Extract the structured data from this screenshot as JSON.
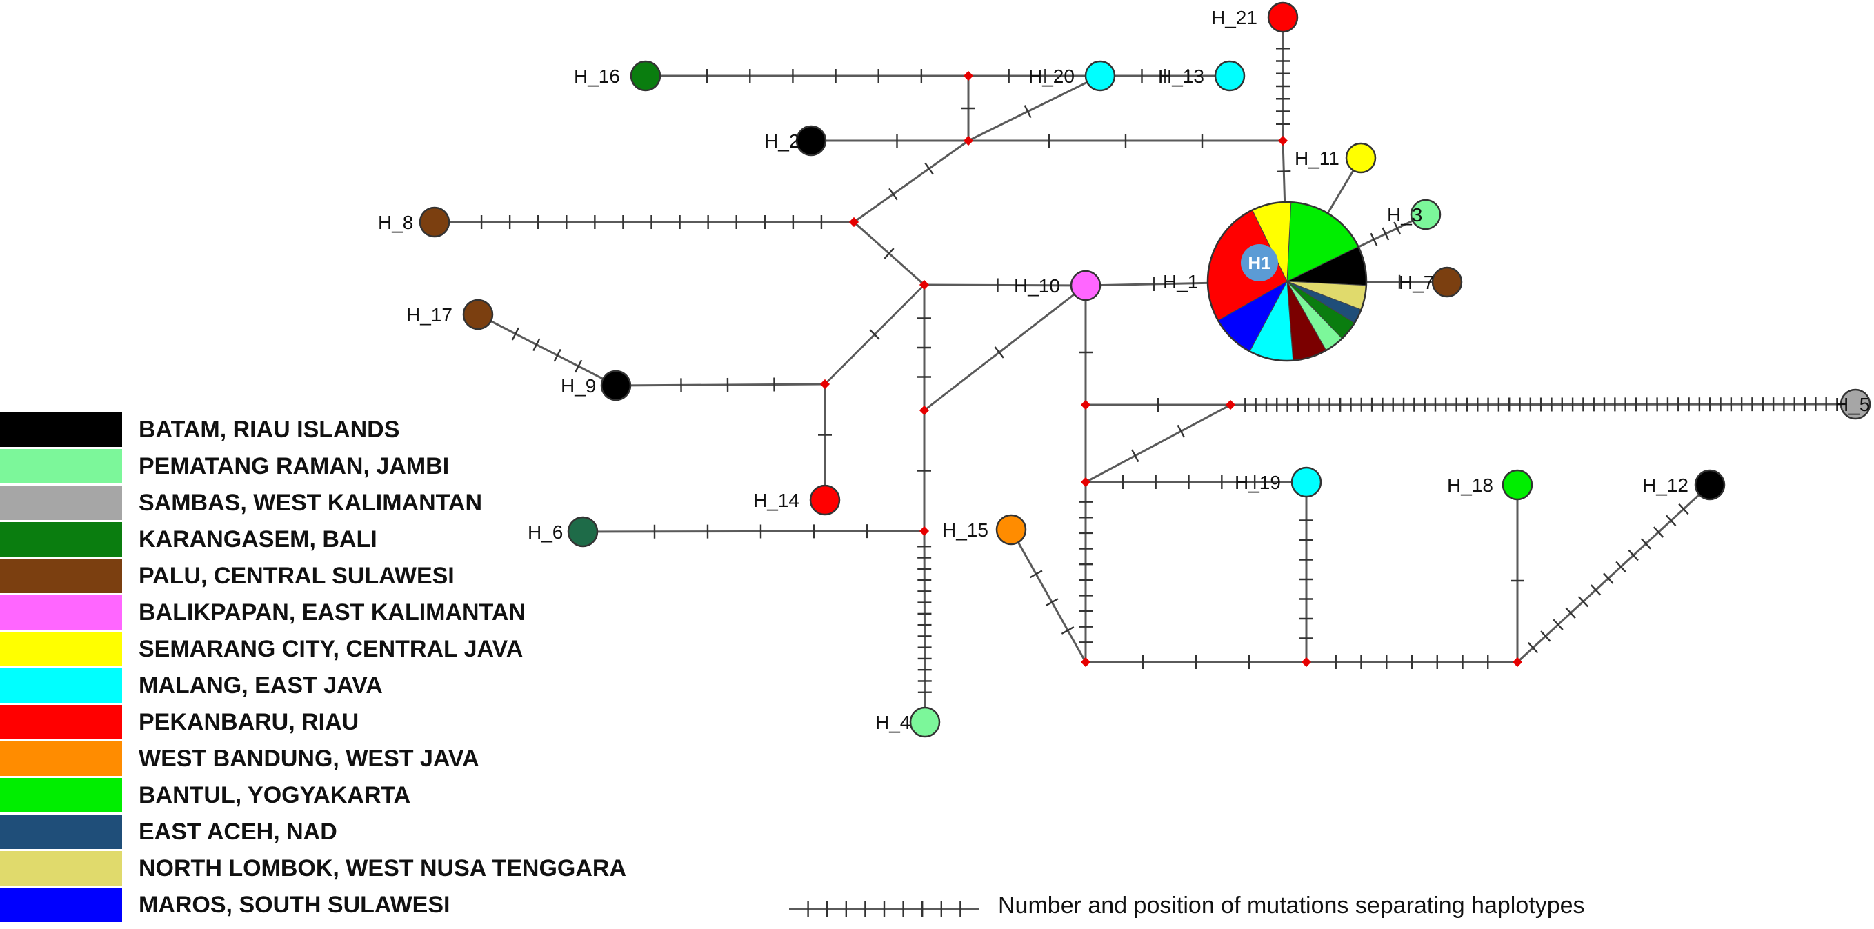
{
  "legend": [
    {
      "label": "BATAM, RIAU ISLANDS",
      "color": "#000000"
    },
    {
      "label": "PEMATANG RAMAN, JAMBI",
      "color": "#7cf79a"
    },
    {
      "label": "SAMBAS, WEST KALIMANTAN",
      "color": "#a6a6a6"
    },
    {
      "label": "KARANGASEM, BALI",
      "color": "#0a7d0f"
    },
    {
      "label": "PALU, CENTRAL SULAWESI",
      "color": "#7b3f10"
    },
    {
      "label": "BALIKPAPAN, EAST KALIMANTAN",
      "color": "#ff66ff"
    },
    {
      "label": "SEMARANG CITY, CENTRAL JAVA",
      "color": "#ffff00"
    },
    {
      "label": "MALANG, EAST JAVA",
      "color": "#00ffff"
    },
    {
      "label": "PEKANBARU, RIAU",
      "color": "#ff0000"
    },
    {
      "label": "WEST BANDUNG, WEST JAVA",
      "color": "#ff8c00"
    },
    {
      "label": "BANTUL, YOGYAKARTA",
      "color": "#00ee00"
    },
    {
      "label": "EAST ACEH, NAD",
      "color": "#1f4e79"
    },
    {
      "label": "NORTH LOMBOK, WEST NUSA TENGGARA",
      "color": "#e0da6c"
    },
    {
      "label": "MAROS, SOUTH SULAWESI",
      "color": "#0000ff"
    }
  ],
  "scale_caption": "Number and position of mutations separating haplotypes",
  "colors": {
    "edge": "#5a5a5a",
    "median_vector": "#e60000",
    "node_outline": "#333333",
    "h1_badge": "#5b9bd5",
    "h1_badge_text": "#ffffff"
  },
  "haplotypes": [
    {
      "id": "H1",
      "label": "H_1",
      "badge": "H1",
      "pie": true
    },
    {
      "id": "H2",
      "label": "H_2",
      "color": "#000000"
    },
    {
      "id": "H3",
      "label": "H_3",
      "color": "#7cf79a"
    },
    {
      "id": "H4",
      "label": "H_4",
      "color": "#7cf79a"
    },
    {
      "id": "H5",
      "label": "H_5",
      "color": "#a6a6a6"
    },
    {
      "id": "H6",
      "label": "H_6",
      "color": "#1e6b48"
    },
    {
      "id": "H7",
      "label": "H_7",
      "color": "#7b3f10"
    },
    {
      "id": "H8",
      "label": "H_8",
      "color": "#7b3f10"
    },
    {
      "id": "H9",
      "label": "H_9",
      "color": "#000000"
    },
    {
      "id": "H10",
      "label": "H_10",
      "color": "#ff66ff"
    },
    {
      "id": "H11",
      "label": "H_11",
      "color": "#ffff00"
    },
    {
      "id": "H12",
      "label": "H_12",
      "color": "#000000"
    },
    {
      "id": "H13",
      "label": "H_13",
      "color": "#00ffff"
    },
    {
      "id": "H14",
      "label": "H_14",
      "color": "#ff0000"
    },
    {
      "id": "H15",
      "label": "H_15",
      "color": "#ff8c00"
    },
    {
      "id": "H16",
      "label": "H_16",
      "color": "#0a7d0f"
    },
    {
      "id": "H17",
      "label": "H_17",
      "color": "#7b3f10"
    },
    {
      "id": "H18",
      "label": "H_18",
      "color": "#00ee00"
    },
    {
      "id": "H19",
      "label": "H_19",
      "color": "#00ffff"
    },
    {
      "id": "H20",
      "label": "H_20",
      "color": "#00ffff"
    },
    {
      "id": "H21",
      "label": "H_21",
      "color": "#ff0000"
    }
  ],
  "h1_pie": [
    {
      "color": "#00ee00",
      "fraction": 0.17
    },
    {
      "color": "#000000",
      "fraction": 0.08
    },
    {
      "color": "#e0da6c",
      "fraction": 0.05
    },
    {
      "color": "#1f4e79",
      "fraction": 0.03
    },
    {
      "color": "#0a7d0f",
      "fraction": 0.04
    },
    {
      "color": "#7cf79a",
      "fraction": 0.04
    },
    {
      "color": "#7b0000",
      "fraction": 0.07
    },
    {
      "color": "#00ffff",
      "fraction": 0.09
    },
    {
      "color": "#0000ff",
      "fraction": 0.09
    },
    {
      "color": "#ff0000",
      "fraction": 0.26
    },
    {
      "color": "#ffff00",
      "fraction": 0.08
    }
  ],
  "edges": [
    {
      "from": "H16",
      "to": "MV1",
      "mutations": 6
    },
    {
      "from": "MV1",
      "to": "H20",
      "mutations": 2
    },
    {
      "from": "H20",
      "to": "H13",
      "mutations": 3
    },
    {
      "from": "MV1",
      "to": "MV2",
      "mutations": 1
    },
    {
      "from": "MV2",
      "to": "H20",
      "mutations": 1
    },
    {
      "from": "H2",
      "to": "MV2",
      "mutations": 1
    },
    {
      "from": "MV2",
      "to": "MV3",
      "mutations": 3
    },
    {
      "from": "H21",
      "to": "MV3",
      "mutations": 7
    },
    {
      "from": "MV3",
      "to": "H1",
      "mutations": 1
    },
    {
      "from": "MV2",
      "to": "MV4",
      "mutations": 2
    },
    {
      "from": "H8",
      "to": "MV4",
      "mutations": 13
    },
    {
      "from": "MV4",
      "to": "MV5",
      "mutations": 1
    },
    {
      "from": "MV5",
      "to": "H10",
      "mutations": 1
    },
    {
      "from": "H10",
      "to": "H1",
      "mutations": 1
    },
    {
      "from": "MV5",
      "to": "MV6",
      "mutations": 1
    },
    {
      "from": "MV6",
      "to": "H9",
      "mutations": 3
    },
    {
      "from": "H9",
      "to": "H17",
      "mutations": 4
    },
    {
      "from": "MV6",
      "to": "H14",
      "mutations": 1
    },
    {
      "from": "MV5",
      "to": "MV7",
      "mutations": 3
    },
    {
      "from": "MV7",
      "to": "H10",
      "mutations": 1
    },
    {
      "from": "MV7",
      "to": "MV8",
      "mutations": 1
    },
    {
      "from": "H6",
      "to": "MV8",
      "mutations": 5
    },
    {
      "from": "MV8",
      "to": "H4",
      "mutations": 14
    },
    {
      "from": "H10",
      "to": "MV9",
      "mutations": 1
    },
    {
      "from": "MV9",
      "to": "MV10",
      "mutations": 1
    },
    {
      "from": "MV10",
      "to": "H5",
      "mutations": 56
    },
    {
      "from": "MV9",
      "to": "MV11",
      "mutations": 0
    },
    {
      "from": "MV11",
      "to": "MV10",
      "mutations": 2
    },
    {
      "from": "MV11",
      "to": "H19",
      "mutations": 5
    },
    {
      "from": "MV11",
      "to": "MV12",
      "mutations": 10
    },
    {
      "from": "H15",
      "to": "MV12",
      "mutations": 3
    },
    {
      "from": "MV12",
      "to": "MV13",
      "mutations": 3
    },
    {
      "from": "MV13",
      "to": "H19",
      "mutations": 7
    },
    {
      "from": "MV13",
      "to": "MV14",
      "mutations": 7
    },
    {
      "from": "MV14",
      "to": "H18",
      "mutations": 1
    },
    {
      "from": "MV14",
      "to": "H12",
      "mutations": 13
    },
    {
      "from": "H1",
      "to": "H11",
      "mutations": 0
    },
    {
      "from": "H1",
      "to": "H3",
      "mutations": 3
    },
    {
      "from": "H1",
      "to": "H7",
      "mutations": 1
    }
  ]
}
